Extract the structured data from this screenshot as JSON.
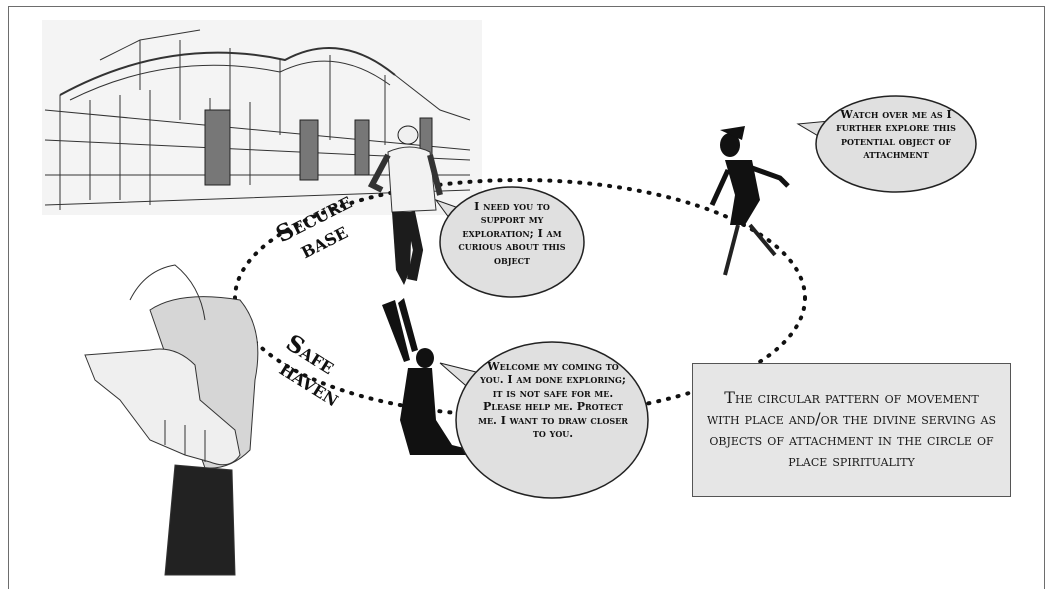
{
  "labels": {
    "secure_base": [
      "Secure",
      "base"
    ],
    "safe_haven": [
      "Safe",
      "haven"
    ]
  },
  "bubbles": {
    "watch_over": "Watch over me as I further explore this potential object of attachment",
    "need_support": "I need you to support my exploration; I am curious about this object",
    "welcome": "Welcome my coming to you. I am done exploring; it is not safe for me. Please help me. Protect me. I want to draw closer to you."
  },
  "caption": "The circular pattern of movement with place and/or the divine serving as objects of attachment in the circle of place spirituality",
  "colors": {
    "bubble_fill": "#e0e0e0",
    "caption_fill": "#e6e6e6",
    "ink": "#111111"
  }
}
